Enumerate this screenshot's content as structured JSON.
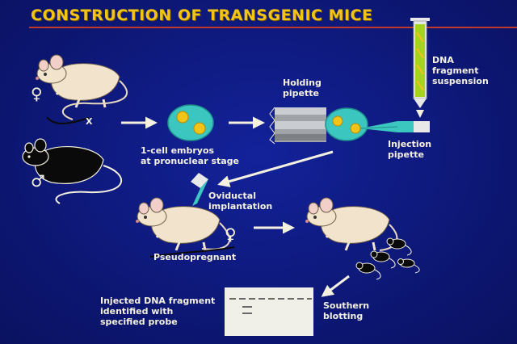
{
  "title": "CONSTRUCTION OF TRANSGENIC MICE",
  "labels": {
    "cross": "X",
    "female": "♀",
    "male": "♂",
    "embryos": [
      "1-cell embryos",
      "at pronuclear stage"
    ],
    "holding_pipette": [
      "Holding",
      "pipette"
    ],
    "dna_fragment": [
      "DNA",
      "fragment",
      "suspension"
    ],
    "injection_pipette": [
      "Injection",
      "pipette"
    ],
    "oviductal": [
      "Oviductal",
      "implantation"
    ],
    "pseudopregnant": "Pseudopregnant",
    "southern": [
      "Southern",
      "blotting"
    ],
    "injected_dna": [
      "Injected DNA fragment",
      "identified with",
      "specified probe"
    ]
  },
  "colors": {
    "title": "#f2c418",
    "rule": "#c0392b",
    "mouse_light": "#f1e3cc",
    "mouse_dark": "#0a0a0a",
    "embryo": "#3cc6c0",
    "pronucleus": "#f2c418",
    "arrow": "#f4f1e0"
  }
}
